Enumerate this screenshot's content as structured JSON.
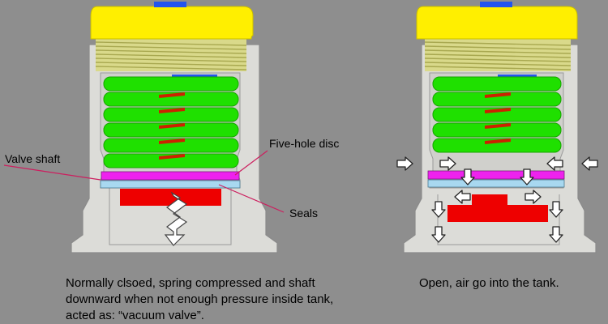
{
  "labels": {
    "valve_shaft": "Valve shaft",
    "five_hole_disc": "Five-hole disc",
    "seals": "Seals"
  },
  "captions": {
    "left_line1": "Normally clsoed, spring compressed and shaft",
    "left_line2": "downward when not enough pressure inside tank,",
    "left_line3": "acted as: “vacuum valve”.",
    "right": "Open, air go into the tank."
  },
  "colors": {
    "background": "#8e8e8e",
    "body": "#dcdcd8",
    "cap": "#ffef00",
    "threads": "#d9d98a",
    "spring": "#1fe000",
    "shaft_mark": "#cc2200",
    "disc": "#ee22ee",
    "seal": "#a8d8f0",
    "valve": "#ee0000",
    "stem_mark": "#2255ee",
    "leader_line": "#cc1f5f"
  }
}
